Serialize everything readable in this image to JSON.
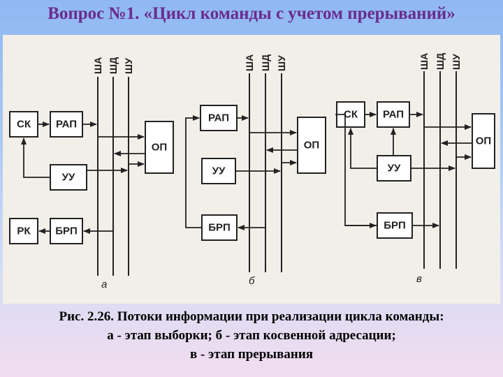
{
  "title": "Вопрос №1. «Цикл команды с учетом прерываний»",
  "caption": {
    "line1": "Рис. 2.26. Потоки информации при реализации цикла команды:",
    "line2": "а - этап выборки; б - этап косвенной адресации;",
    "line3": "в - этап прерывания"
  },
  "diagram": {
    "buses": [
      "ША",
      "ШД",
      "ШУ"
    ],
    "panel_a": {
      "label": "а",
      "blocks": {
        "sk": "СК",
        "rap": "РАП",
        "uu": "УУ",
        "rk": "РК",
        "brp": "БРП",
        "op": "ОП"
      }
    },
    "panel_b": {
      "label": "б",
      "blocks": {
        "rap": "РАП",
        "uu": "УУ",
        "brp": "БРП",
        "op": "ОП"
      }
    },
    "panel_c": {
      "label": "в",
      "blocks": {
        "sk": "СК",
        "rap": "РАП",
        "uu": "УУ",
        "brp": "БРП",
        "op": "ОП"
      }
    }
  }
}
